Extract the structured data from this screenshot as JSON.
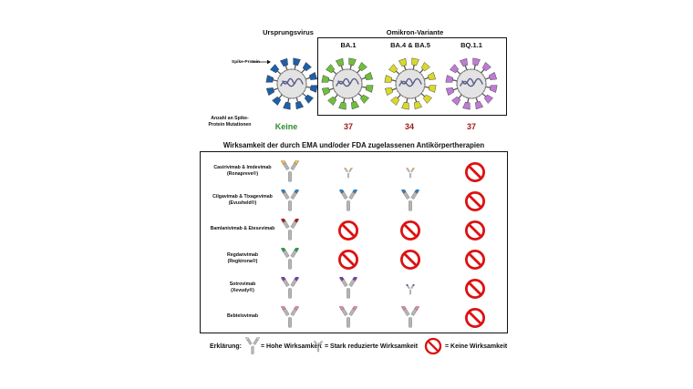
{
  "header": {
    "original_virus": "Ursprungsvirus",
    "omicron_title": "Omikron-Variante",
    "variants": [
      "BA.1",
      "BA.4 & BA.5",
      "BQ.1.1"
    ],
    "spike_label": "Spike-Protein"
  },
  "mutations": {
    "label": "Anzahl an Spike-Protein Mutationen",
    "values": [
      "Keine",
      "37",
      "34",
      "37"
    ],
    "colors": {
      "none": "#2e8b2e",
      "count": "#9b1b1b"
    }
  },
  "section_title": "Wirksamkeit der durch EMA und/oder FDA zugelassenen Antikörpertherapien",
  "therapies": [
    {
      "name": "Casirivimab & Imdevimab",
      "brand": "(Ronapreve®)",
      "color": "#f2c14e",
      "efficacy": [
        "high",
        "reduced",
        "reduced",
        "none"
      ]
    },
    {
      "name": "Cilgavimab & Tixagevimab",
      "brand": "(Evusheld®)",
      "color": "#2f7fc1",
      "efficacy": [
        "high",
        "high",
        "high",
        "none"
      ]
    },
    {
      "name": "Bamlanivimab & Etesevimab",
      "brand": "",
      "color": "#b31b1b",
      "efficacy": [
        "high",
        "none",
        "none",
        "none"
      ]
    },
    {
      "name": "Regdanvimab",
      "brand": "(Regkirona®)",
      "color": "#2e9e4a",
      "efficacy": [
        "high",
        "none",
        "none",
        "none"
      ]
    },
    {
      "name": "Sotrovimab",
      "brand": "(Xevudy®)",
      "color": "#7a3fa6",
      "efficacy": [
        "high",
        "high",
        "reduced",
        "none"
      ]
    },
    {
      "name": "Bebtelovimab",
      "brand": "",
      "color": "#e58a9a",
      "efficacy": [
        "high",
        "high",
        "high",
        "none"
      ]
    }
  ],
  "virus_colors": [
    "#1f5fa8",
    "#6fbf3b",
    "#d9d92a",
    "#c07ad6"
  ],
  "legend": {
    "title": "Erklärung:",
    "high": "= Hohe Wirksamkeit",
    "reduced": "= Stark reduzierte Wirksamkeit",
    "none": "= Keine Wirksamkeit"
  },
  "icons": {
    "antibody": "antibody-icon",
    "prohibited": "prohibited-icon",
    "virus": "virus-icon"
  }
}
